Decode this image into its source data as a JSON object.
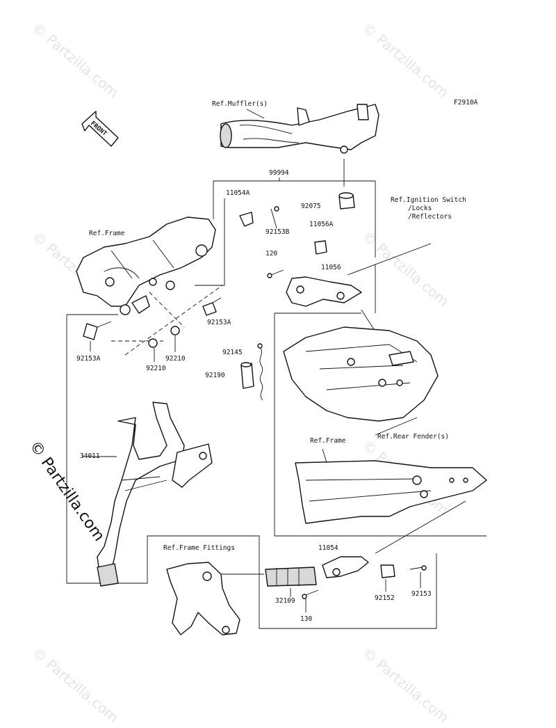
{
  "diagram": {
    "code": "F2910A",
    "front_label": "FRONT",
    "watermark": "© Partzilla.com",
    "labels": {
      "ref_mufflers": "Ref.Muffler(s)",
      "p99994": "99994",
      "p11054A": "11054A",
      "p92153B": "92153B",
      "p92075": "92075",
      "ref_ignition": "Ref.Ignition Switch",
      "ref_locks": "/Locks",
      "ref_reflectors": "/Reflectors",
      "p11056A": "11056A",
      "p120": "120",
      "p11056": "11056",
      "ref_frame_top": "Ref.Frame",
      "p92153A_right": "92153A",
      "p92153A_left": "92153A",
      "p92210_left": "92210",
      "p92210_right": "92210",
      "p92145": "92145",
      "p92190": "92190",
      "p34011": "34011",
      "ref_frame_mid": "Ref.Frame",
      "ref_rear_fender": "Ref.Rear Fender(s)",
      "ref_frame_fittings": "Ref.Frame Fittings",
      "p11054": "11054",
      "p32109": "32109",
      "p92152": "92152",
      "p92153": "92153",
      "p130": "130"
    }
  }
}
